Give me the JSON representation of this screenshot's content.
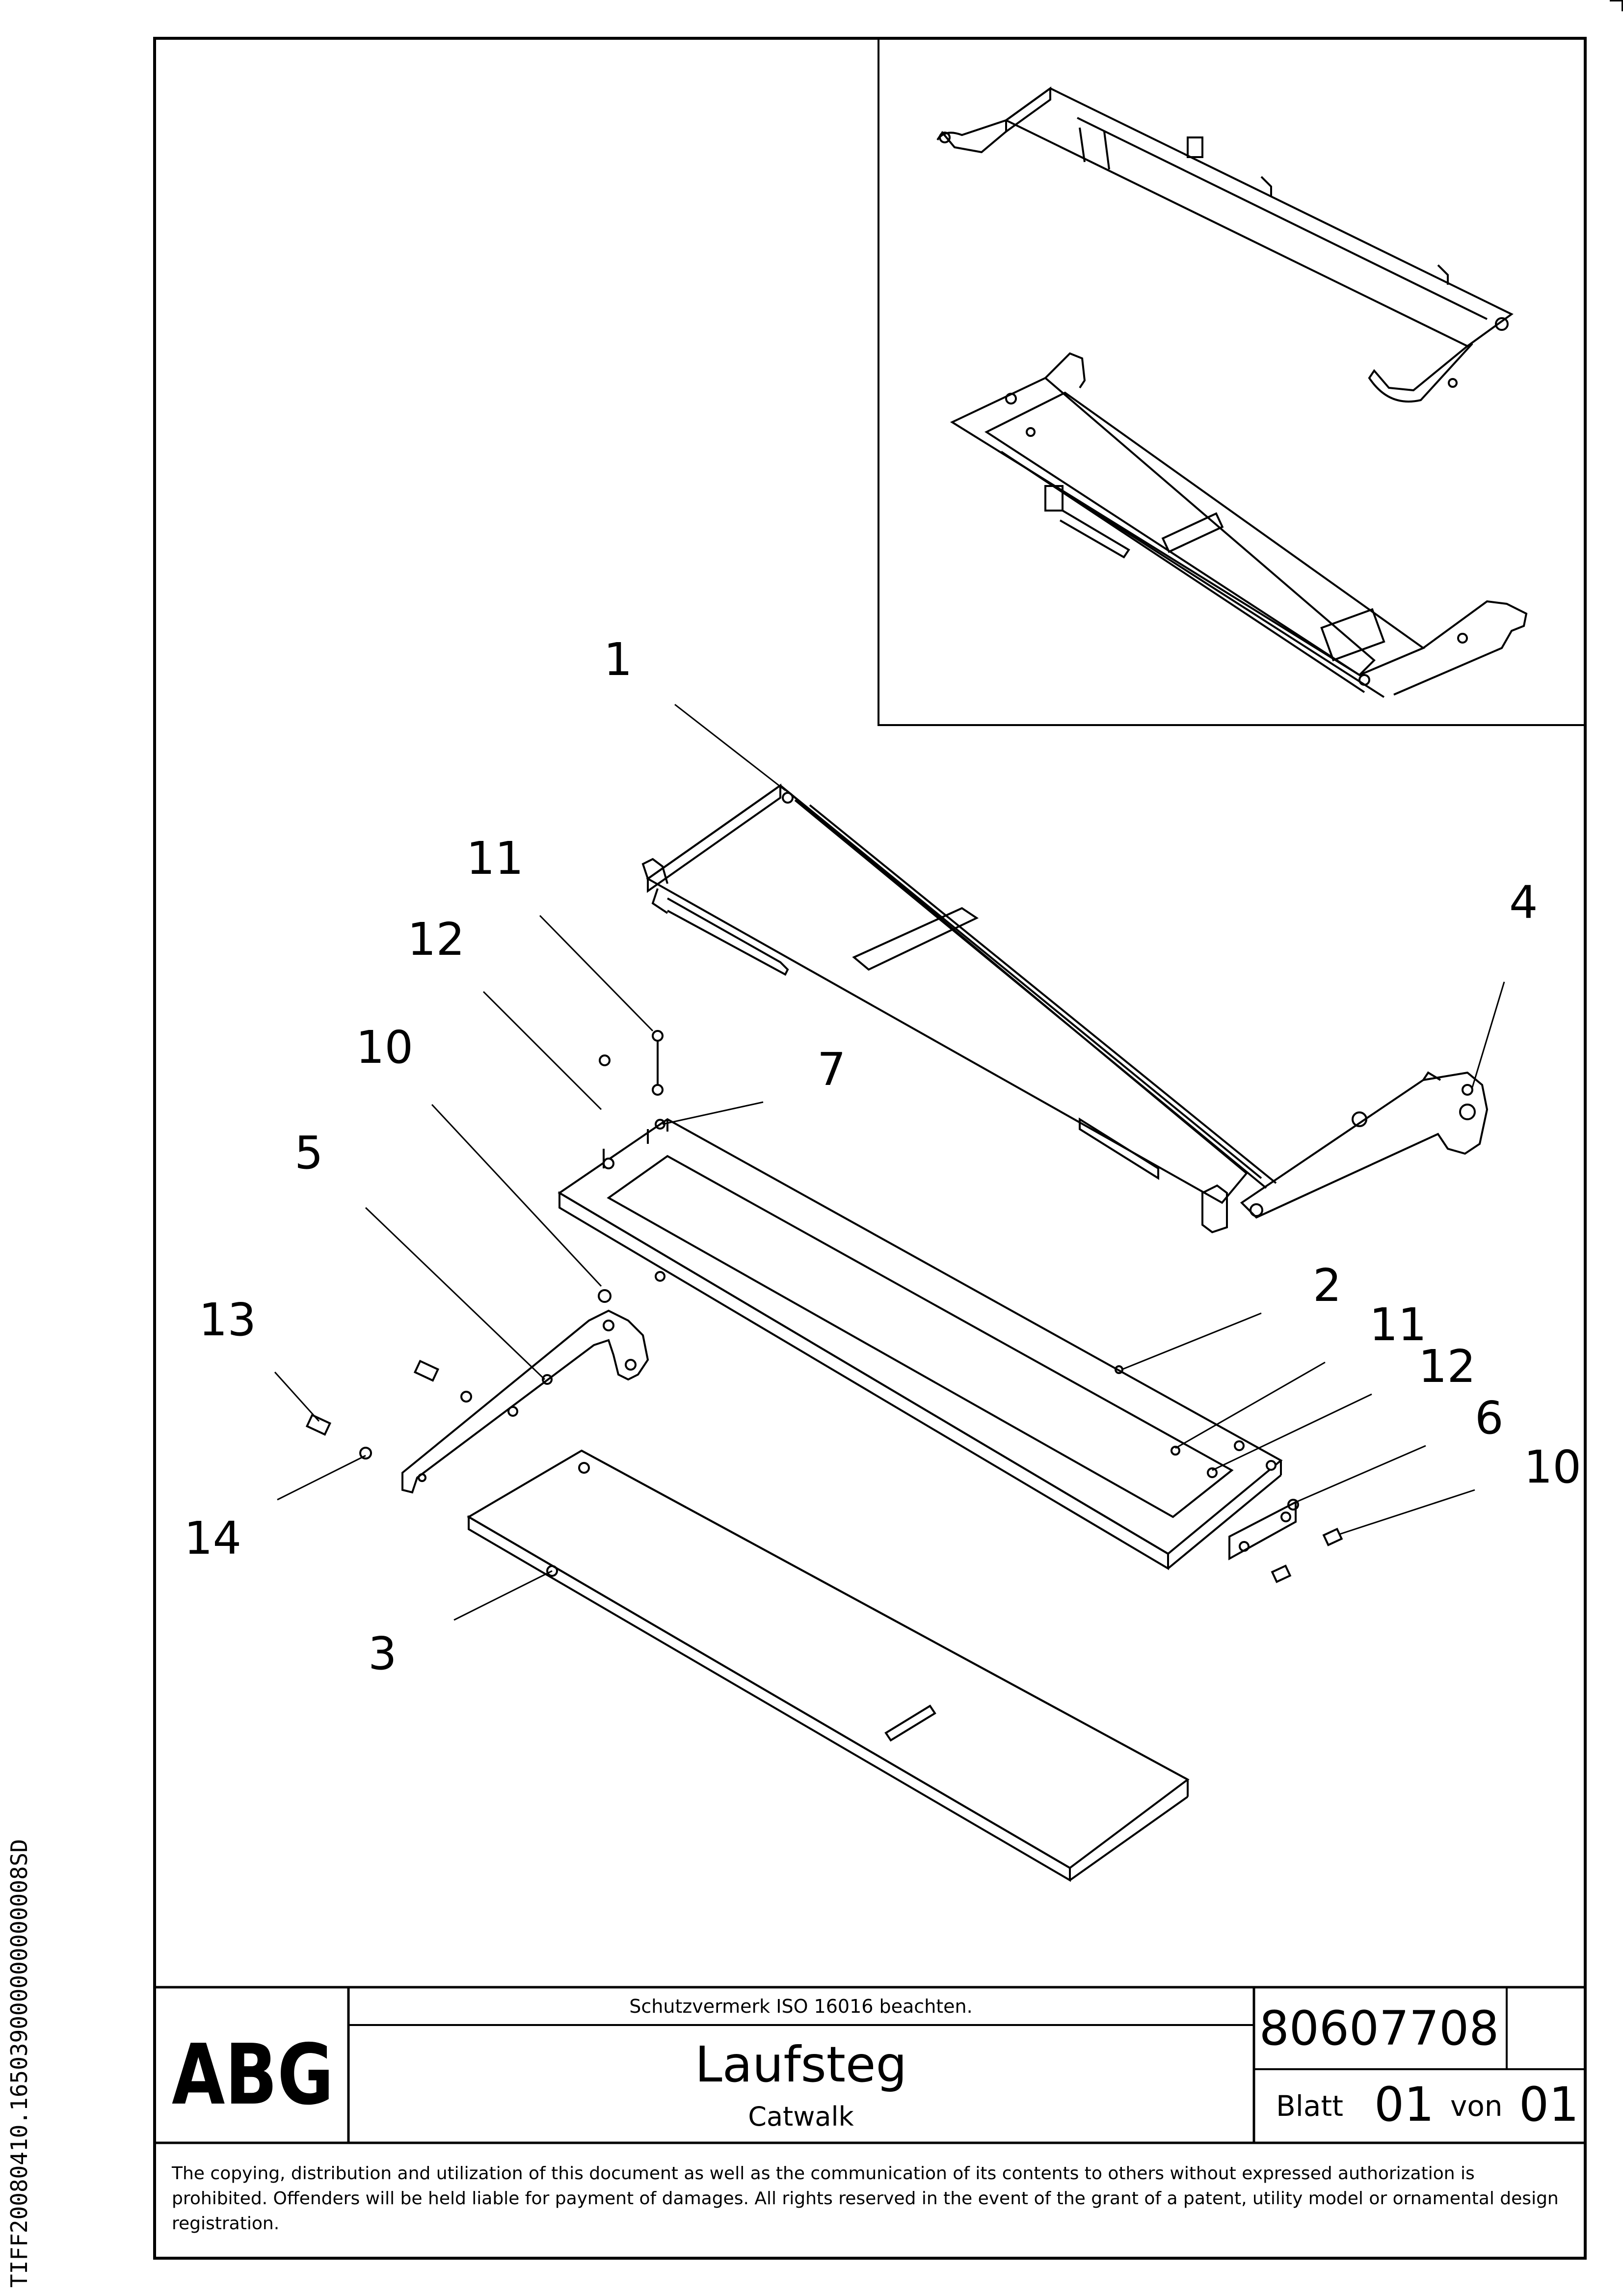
{
  "side_code": "TIFF20080410.165039000000000008SD",
  "title_block": {
    "logo": "ABG",
    "protection_note": "Schutzvermerk ISO 16016 beachten.",
    "title": "Laufsteg",
    "subtitle": "Catwalk",
    "drawing_number": "80607708",
    "sheet_label": "Blatt",
    "sheet_number": "01",
    "of_label": "von",
    "sheet_total": "01"
  },
  "legal_notice": "The copying, distribution and utilization of this document as well as the communication of its contents to others without expressed authorization is prohibited. Offenders will be held liable for payment of damages. All rights reserved in the event of the grant of a patent, utility model or ornamental design registration.",
  "callouts": {
    "c1": "1",
    "c2": "2",
    "c3": "3",
    "c4": "4",
    "c5": "5",
    "c6": "6",
    "c7": "7",
    "c10a": "10",
    "c10b": "10",
    "c11a": "11",
    "c11b": "11",
    "c12a": "12",
    "c12b": "12",
    "c13": "13",
    "c14": "14"
  }
}
